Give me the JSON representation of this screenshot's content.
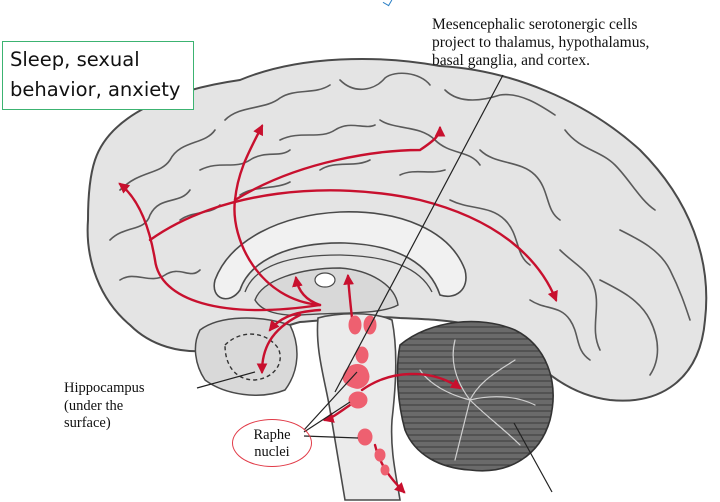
{
  "topic_box": {
    "lines": [
      "Sleep, sexual",
      "behavior, anxiety"
    ]
  },
  "caption": {
    "lines": [
      "Mesencephalic serotonergic cells",
      "project to thalamus, hypothalamus,",
      "basal ganglia, and cortex."
    ]
  },
  "hippocampus_label": {
    "lines": [
      "Hippocampus",
      "(under the",
      "surface)"
    ]
  },
  "raphe_label": {
    "lines": [
      "Raphe",
      "nuclei"
    ]
  },
  "colors": {
    "pathway": "#c8102e",
    "nuclei": "#ee6070",
    "brain_fill": "#e2e2e2",
    "brain_outline": "#4a4a4a",
    "cerebellum": "#5e5e5e",
    "topic_border": "#3cb371",
    "raphe_ellipse": "#e13a47"
  }
}
